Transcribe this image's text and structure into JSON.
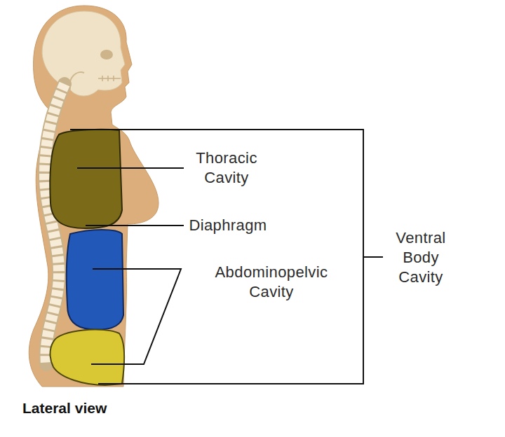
{
  "diagram": {
    "caption": "Lateral view",
    "labels": [
      "Thoracic Cavity",
      "Diaphragm",
      "Abdominopelvic Cavity",
      "Ventral Body Cavity"
    ]
  }
}
